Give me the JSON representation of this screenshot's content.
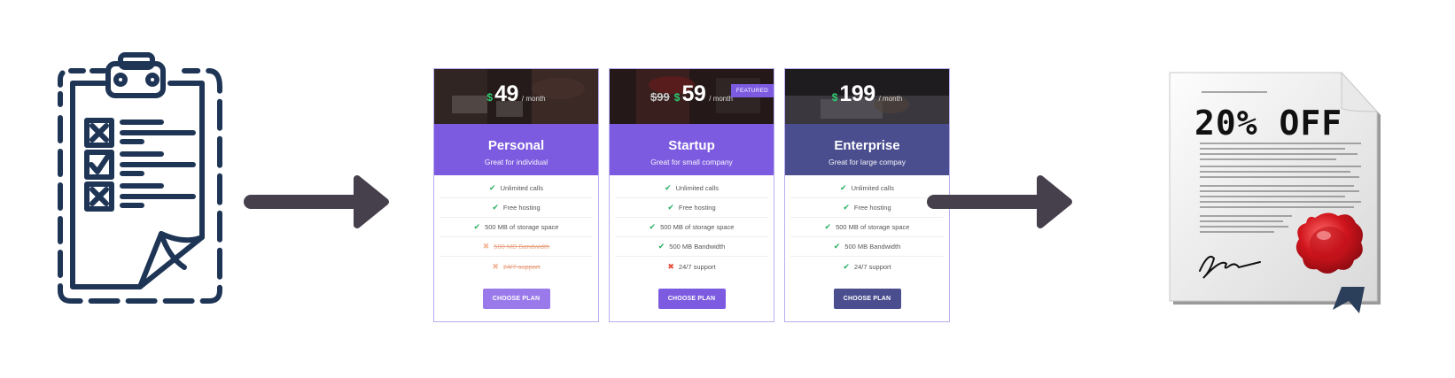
{
  "plans": [
    {
      "name": "Personal",
      "subtitle": "Great for individual",
      "old_price": "",
      "currency": "$",
      "price": "49",
      "period": "/ month",
      "featured_label": "",
      "features": [
        {
          "text": "Unlimited calls",
          "included": true
        },
        {
          "text": "Free hosting",
          "included": true
        },
        {
          "text": "500 MB of storage space",
          "included": true
        },
        {
          "text": "500 MB Bandwidth",
          "included": false
        },
        {
          "text": "24/7 support",
          "included": false
        }
      ],
      "button": "CHOOSE PLAN"
    },
    {
      "name": "Startup",
      "subtitle": "Great for small company",
      "old_price": "$99",
      "currency": "$",
      "price": "59",
      "period": "/ month",
      "featured_label": "FEATURED",
      "features": [
        {
          "text": "Unlimited calls",
          "included": true
        },
        {
          "text": "Free hosting",
          "included": true
        },
        {
          "text": "500 MB of storage space",
          "included": true
        },
        {
          "text": "500 MB Bandwidth",
          "included": true
        },
        {
          "text": "24/7 support",
          "included": false
        }
      ],
      "button": "CHOOSE PLAN"
    },
    {
      "name": "Enterprise",
      "subtitle": "Great for large compay",
      "old_price": "",
      "currency": "$",
      "price": "199",
      "period": "/ month",
      "featured_label": "",
      "features": [
        {
          "text": "Unlimited calls",
          "included": true
        },
        {
          "text": "Free hosting",
          "included": true
        },
        {
          "text": "500 MB of storage space",
          "included": true
        },
        {
          "text": "500 MB Bandwidth",
          "included": true
        },
        {
          "text": "24/7 support",
          "included": true
        }
      ],
      "button": "CHOOSE PLAN"
    }
  ],
  "certificate": {
    "discount": "20% OFF"
  },
  "colors": {
    "clipboard": "#1e3556",
    "arrow": "#463f4c",
    "plan_purple": "#7d5be0",
    "plan_navy": "#4a4e8f",
    "seal_red": "#c0121a",
    "ribbon": "#2c3f5a"
  },
  "icons": [
    "clipboard-checklist-icon",
    "arrow-right-icon",
    "certificate-icon",
    "wax-seal-icon",
    "check-icon",
    "cross-icon"
  ]
}
